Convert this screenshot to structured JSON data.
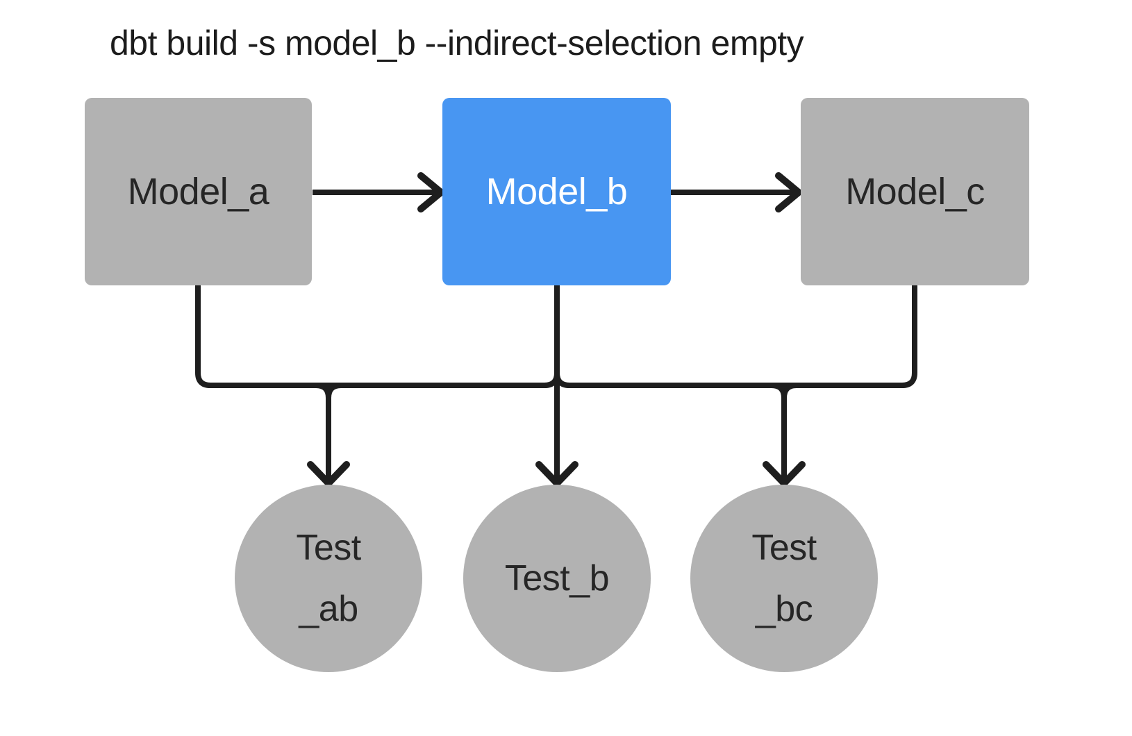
{
  "title": "dbt build -s model_b --indirect-selection empty",
  "colors": {
    "background": "#ffffff",
    "unselected_fill": "#b2b2b2",
    "selected_fill": "#4896f2",
    "edge_line": "#1e1e1e",
    "node_text_dark": "#262626",
    "node_text_light": "#ffffff",
    "title_text": "#1c1c1c"
  },
  "diagram": {
    "models": [
      {
        "id": "model_a",
        "label": "Model_a",
        "state": "unselected"
      },
      {
        "id": "model_b",
        "label": "Model_b",
        "state": "selected"
      },
      {
        "id": "model_c",
        "label": "Model_c",
        "state": "unselected"
      }
    ],
    "tests": [
      {
        "id": "test_ab",
        "label_lines": {
          "0": "Test",
          "1": "_ab"
        }
      },
      {
        "id": "test_b",
        "label_lines": {
          "0": "Test_b"
        }
      },
      {
        "id": "test_bc",
        "label_lines": {
          "0": "Test",
          "1": "_bc"
        }
      }
    ],
    "edges": [
      "model_a -> model_b",
      "model_b -> model_c",
      "model_a -> test_ab",
      "model_b -> test_ab",
      "model_b -> test_b",
      "model_b -> test_bc",
      "model_c -> test_bc"
    ]
  }
}
